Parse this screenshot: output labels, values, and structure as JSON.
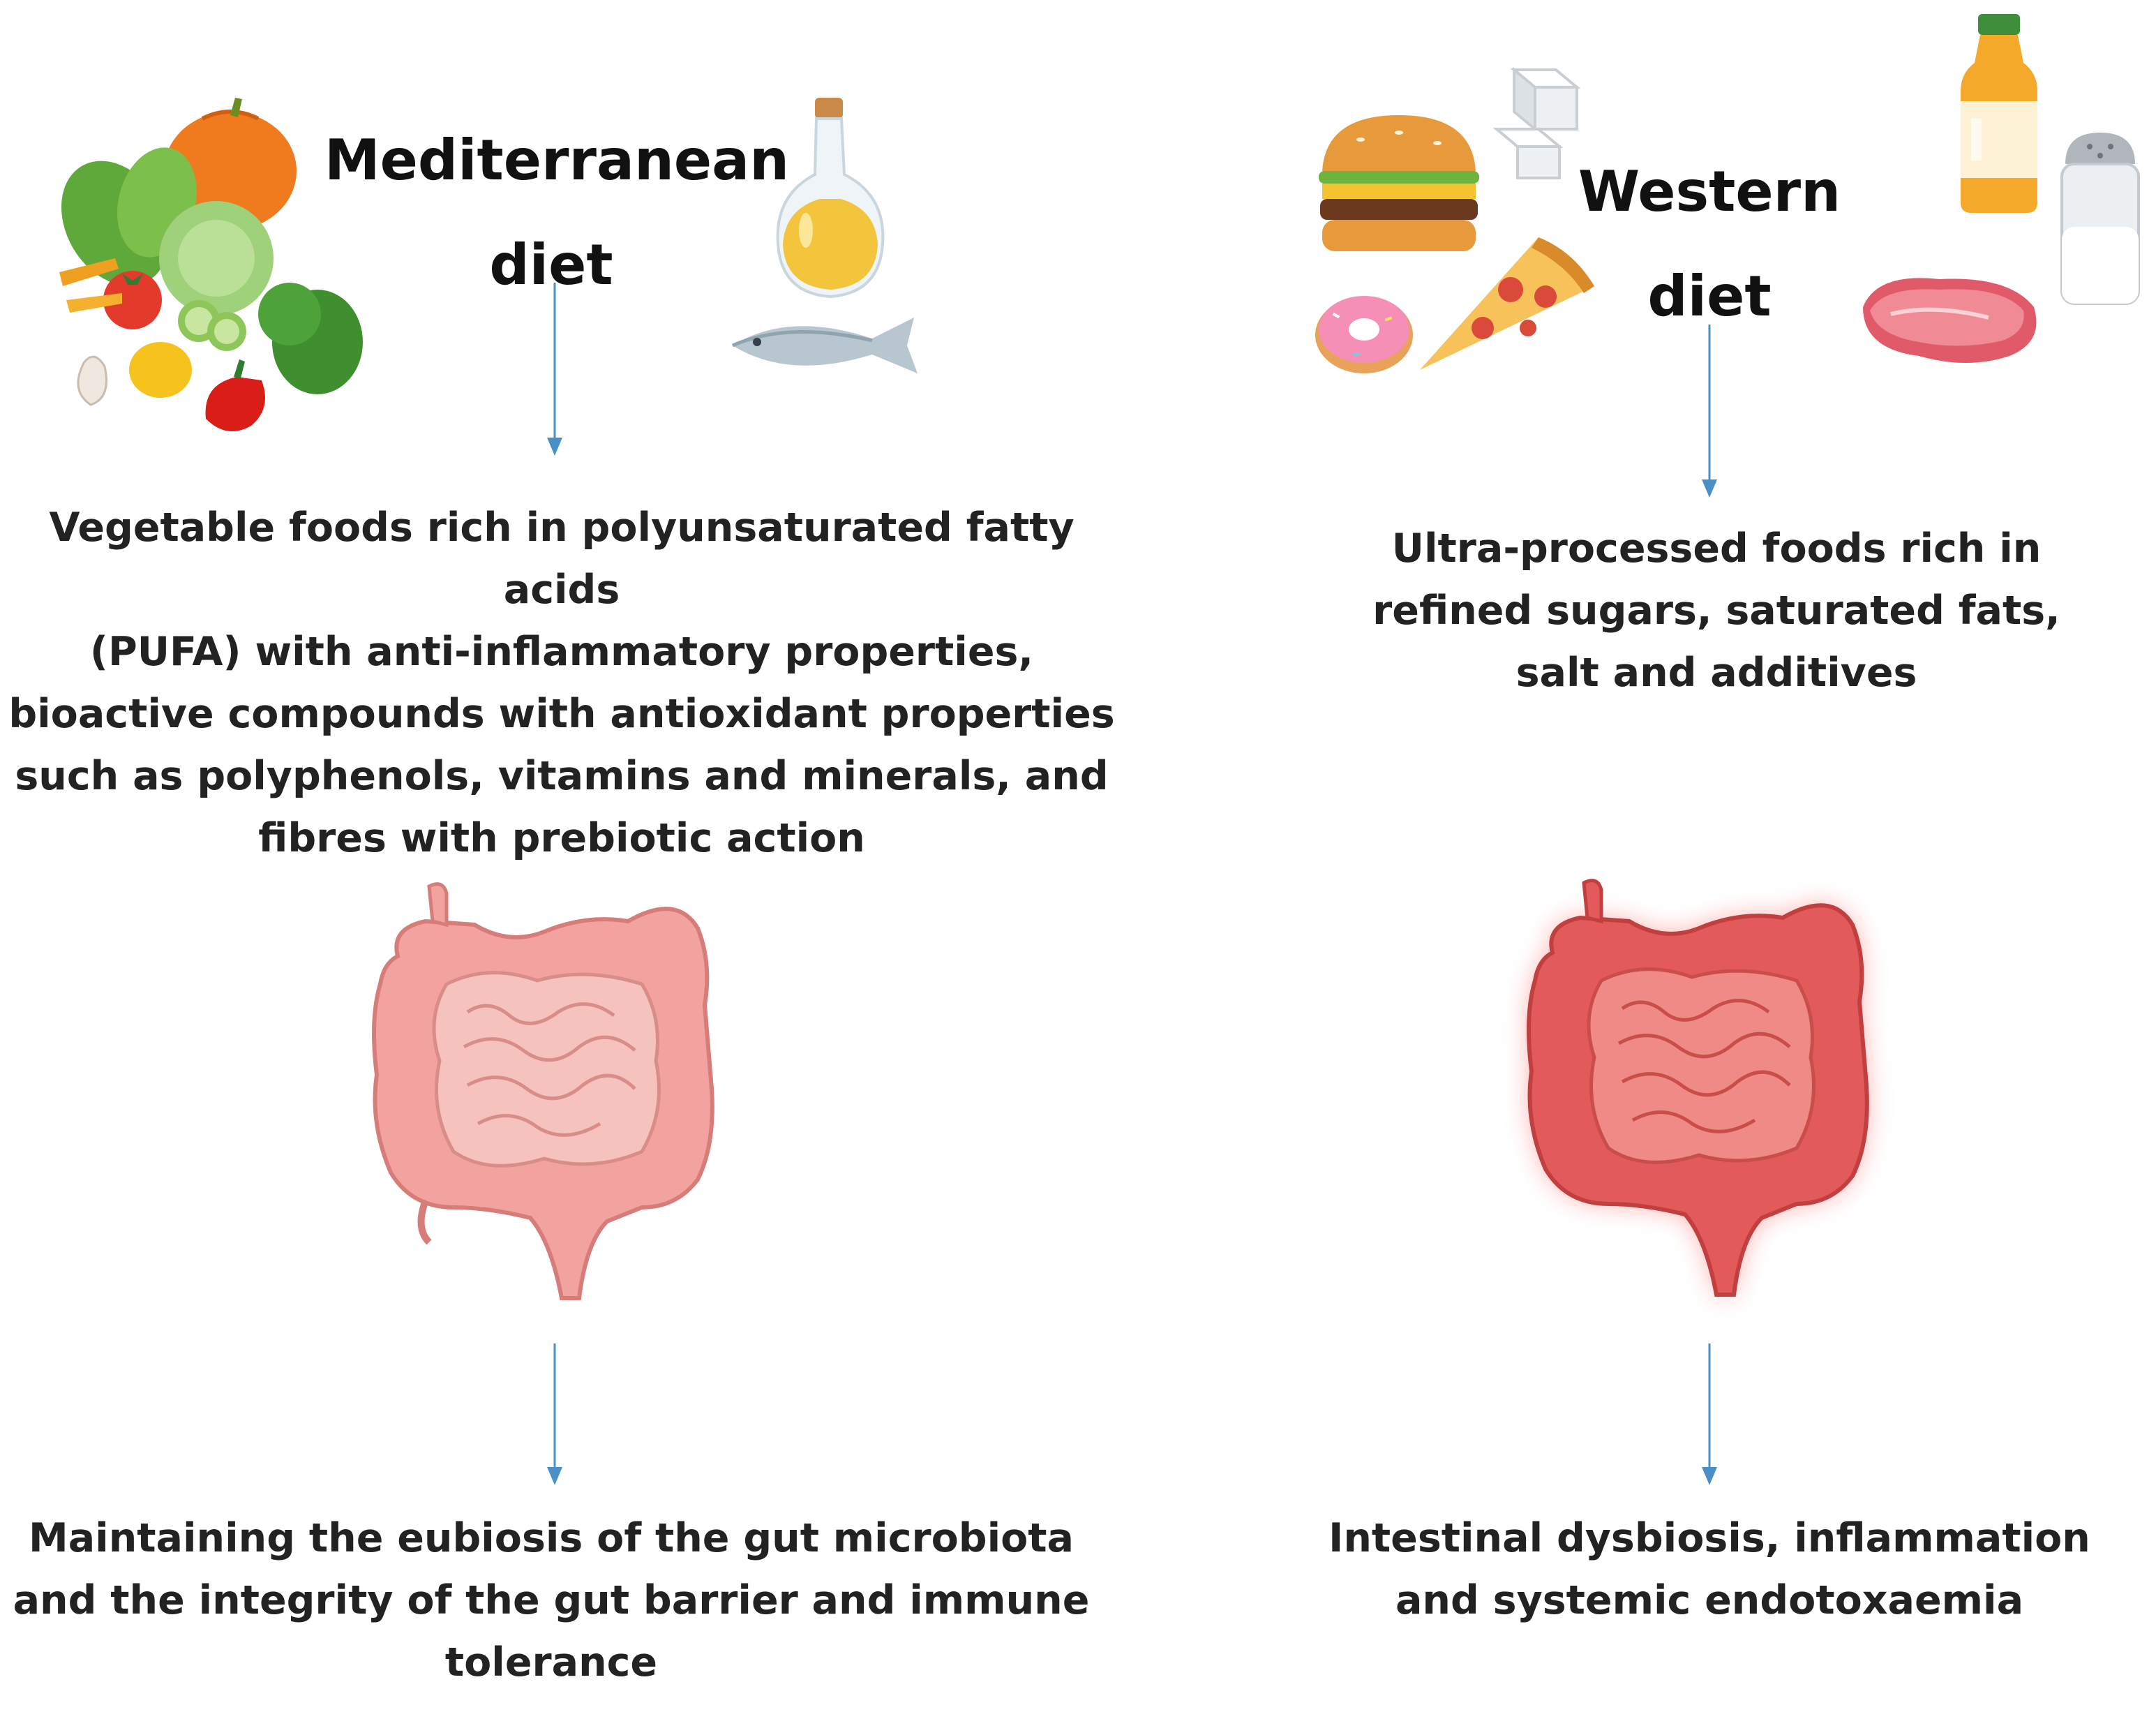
{
  "left": {
    "title": "Mediterranean\ndiet",
    "foods_text": "Vegetable foods rich in polyunsaturated fatty acids\n(PUFA) with anti-inflammatory properties,\nbioactive compounds with antioxidant properties\nsuch as polyphenols, vitamins and minerals, and\nfibres with prebiotic action",
    "outcome_text": "Maintaining the eubiosis of the gut microbiota\nand the integrity of the gut barrier and immune\ntolerance",
    "gut_color": "#f2a3a0",
    "icons": [
      "vegetables-icon",
      "olive-oil-bottle-icon",
      "fish-icon",
      "healthy-gut-icon"
    ]
  },
  "right": {
    "title": "Western\ndiet",
    "foods_text": "Ultra-processed foods rich in\nrefined sugars, saturated fats,\nsalt and additives",
    "outcome_text": "Intestinal dysbiosis, inflammation\nand systemic endotoxaemia",
    "gut_color": "#e35a5a",
    "icons": [
      "burger-icon",
      "sugar-cubes-icon",
      "juice-bottle-icon",
      "salt-shaker-icon",
      "donut-icon",
      "pizza-icon",
      "meat-icon",
      "inflamed-gut-icon"
    ]
  },
  "colors": {
    "arrow": "#4a90c6",
    "text": "#1a1a1a"
  }
}
